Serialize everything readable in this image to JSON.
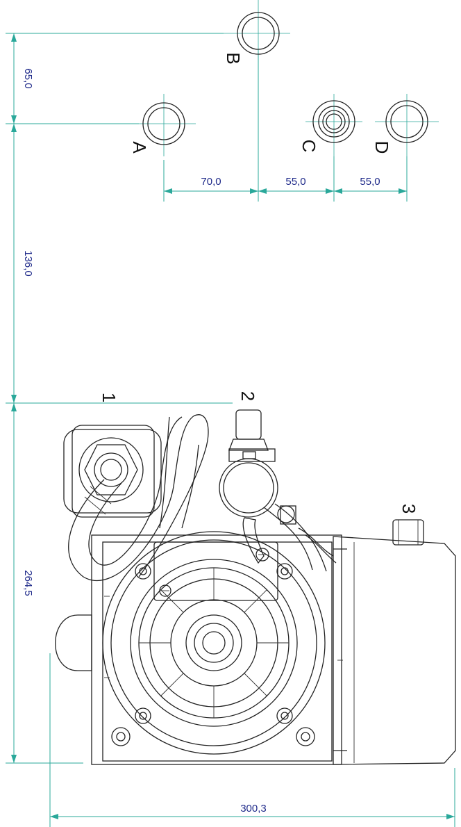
{
  "dimensions": {
    "d_65": "65,0",
    "d_136": "136,0",
    "d_264": "264,5",
    "d_70": "70,0",
    "d_55a": "55,0",
    "d_55b": "55,0",
    "d_300": "300,3"
  },
  "ports": {
    "a": "A",
    "b": "B",
    "c": "C",
    "d": "D"
  },
  "callouts": {
    "one": "1",
    "two": "2",
    "three": "3"
  },
  "colors": {
    "dimension_line": "#2aa89a",
    "dimension_text": "#1f2a8a",
    "outline": "#222222"
  }
}
